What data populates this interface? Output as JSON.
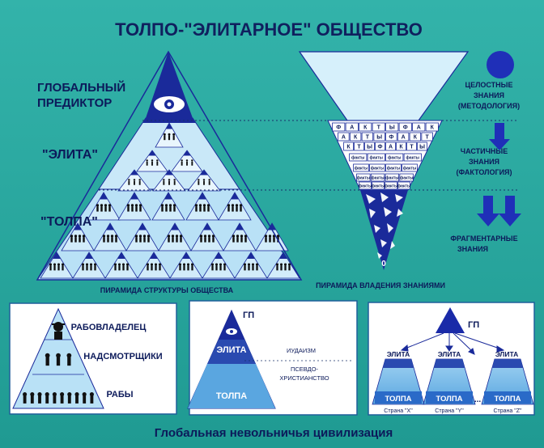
{
  "title": "ТОЛПО-\"ЭЛИТАРНОЕ\"  ОБЩЕСТВО",
  "left_pyramid": {
    "levels": [
      "ГЛОБАЛЬНЫЙ",
      "ПРЕДИКТОР",
      "\"ЭЛИТА\"",
      "\"ТОЛПА\""
    ],
    "caption": "ПИРАМИДА  СТРУКТУРЫ  ОБЩЕСТВА"
  },
  "right_pyramid": {
    "brick_words": [
      "Ф",
      "А",
      "К",
      "Т",
      "Ы"
    ],
    "small_word": "факты",
    "bottom_mark": "0",
    "caption": "ПИРАМИДА  ВЛАДЕНИЯ ЗНАНИЯМИ",
    "knowledge": [
      {
        "lines": [
          "ЦЕЛОСТНЫЕ",
          "ЗНАНИЯ",
          "(МЕТОДОЛОГИЯ)"
        ]
      },
      {
        "lines": [
          "ЧАСТИЧНЫЕ",
          "ЗНАНИЯ",
          "(ФАКТОЛОГИЯ)"
        ]
      },
      {
        "lines": [
          "ФРАГМЕНТАРНЫЕ",
          "ЗНАНИЯ"
        ]
      }
    ]
  },
  "panel_slave": {
    "labels": [
      "РАБОВЛАДЕЛЕЦ",
      "НАДСМОТРЩИКИ",
      "РАБЫ"
    ]
  },
  "panel_gp": {
    "gp": "ГП",
    "elite": "ЭЛИТА",
    "crowd": "ТОЛПА",
    "religions": [
      "ИУДАИЗМ",
      "ПСЕВДО-",
      "ХРИСТИАНСТВО"
    ]
  },
  "panel_countries": {
    "gp": "ГП",
    "elite": "ЭЛИТА",
    "crowd": "ТОЛПА",
    "dots": "...",
    "countries": [
      "Страна \"X\"",
      "Страна \"Y\"",
      "Страна \"Z\""
    ]
  },
  "footer": "Глобальная невольничья цивилизация",
  "colors": {
    "background": "#2aa79e",
    "navy": "#1a2a9a",
    "pale": "#d6f0fb",
    "light_blue": "#8ec9ee",
    "mid_blue": "#5aa6e0",
    "label": "#0c1a5a"
  }
}
